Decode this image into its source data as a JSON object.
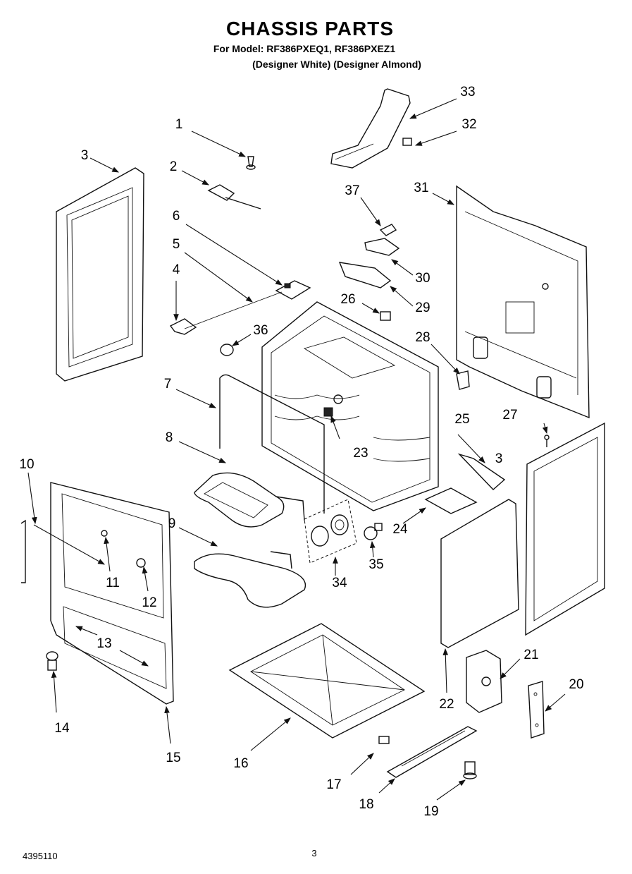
{
  "header": {
    "title": "CHASSIS PARTS",
    "model_line": "For Model: RF386PXEQ1, RF386PXEZ1",
    "finish_line": "(Designer White) (Designer Almond)"
  },
  "footer": {
    "doc_number": "4395110",
    "page_number": "3"
  },
  "callouts": {
    "c1": "1",
    "c2": "2",
    "c3a": "3",
    "c3b": "3",
    "c4": "4",
    "c5": "5",
    "c6": "6",
    "c7": "7",
    "c8": "8",
    "c9": "9",
    "c10": "10",
    "c11": "11",
    "c12": "12",
    "c13": "13",
    "c14": "14",
    "c15": "15",
    "c16": "16",
    "c17": "17",
    "c18": "18",
    "c19": "19",
    "c20": "20",
    "c21": "21",
    "c22": "22",
    "c23": "23",
    "c24": "24",
    "c25": "25",
    "c26": "26",
    "c27": "27",
    "c28": "28",
    "c29": "29",
    "c30": "30",
    "c31": "31",
    "c32": "32",
    "c33": "33",
    "c34": "34",
    "c35": "35",
    "c36": "36",
    "c37": "37"
  }
}
